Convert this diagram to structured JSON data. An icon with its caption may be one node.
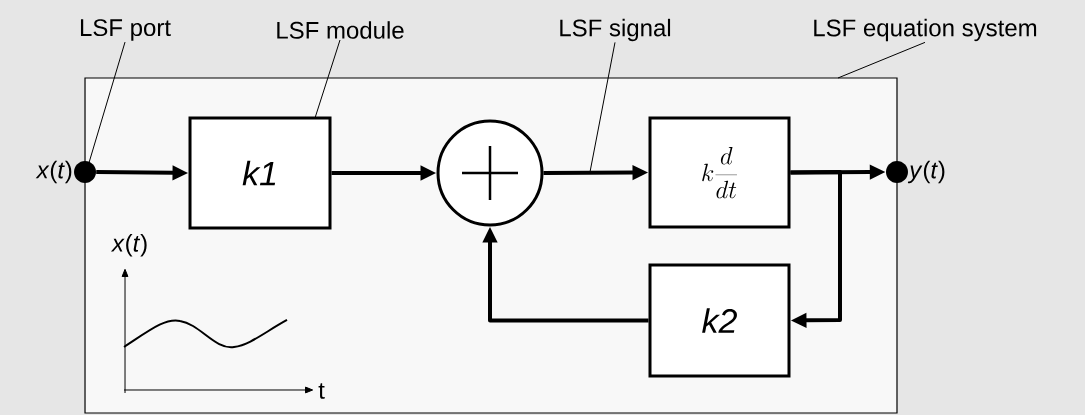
{
  "diagram": {
    "nodes": [
      {
        "text": [],
        "shape": "box"
      },
      {
        "text": [],
        "shape": "circle",
        "beside": [
          "*x*(*t*)"
        ]
      },
      {
        "text": [
          "k1"
        ],
        "in": 0
      },
      {
        "text": [],
        "shape": "circle",
        "in": 0
      },
      {
        "text": [
          "k\\frac{d}{dt}"
        ],
        "in": 0
      },
      {
        "text": [
          "k2"
        ],
        "in": 0
      },
      {
        "text": [],
        "shape": "circle",
        "beside": [
          "*y*(*t*)"
        ]
      },
      {
        "text": [
          "LSF port"
        ]
      },
      {
        "text": [
          "LSF module"
        ]
      },
      {
        "text": [
          "LSF signal"
        ]
      },
      {
        "text": [
          "LSF equation system"
        ]
      }
    ],
    "edges": [
      {
        "from": 1,
        "to": 2,
        "arrow": "to"
      },
      {
        "from": 2,
        "to": 3,
        "arrow": "to"
      },
      {
        "from": 3,
        "to": 4,
        "arrow": "to"
      },
      {
        "from": 4,
        "to": 6,
        "arrow": "to"
      },
      {
        "from": 4,
        "to": 5,
        "arrow": "to"
      },
      {
        "from": 5,
        "to": 3,
        "arrow": "to"
      },
      {
        "from": 7,
        "to": 1,
        "arrow": "none"
      },
      {
        "from": 8,
        "to": 2,
        "arrow": "none"
      },
      {
        "from": 9,
        "to": null,
        "arrow": "none"
      },
      {
        "from": 10,
        "to": 0,
        "arrow": "none"
      }
    ],
    "labels": [
      "*x*(*t*)",
      "t"
    ]
  }
}
